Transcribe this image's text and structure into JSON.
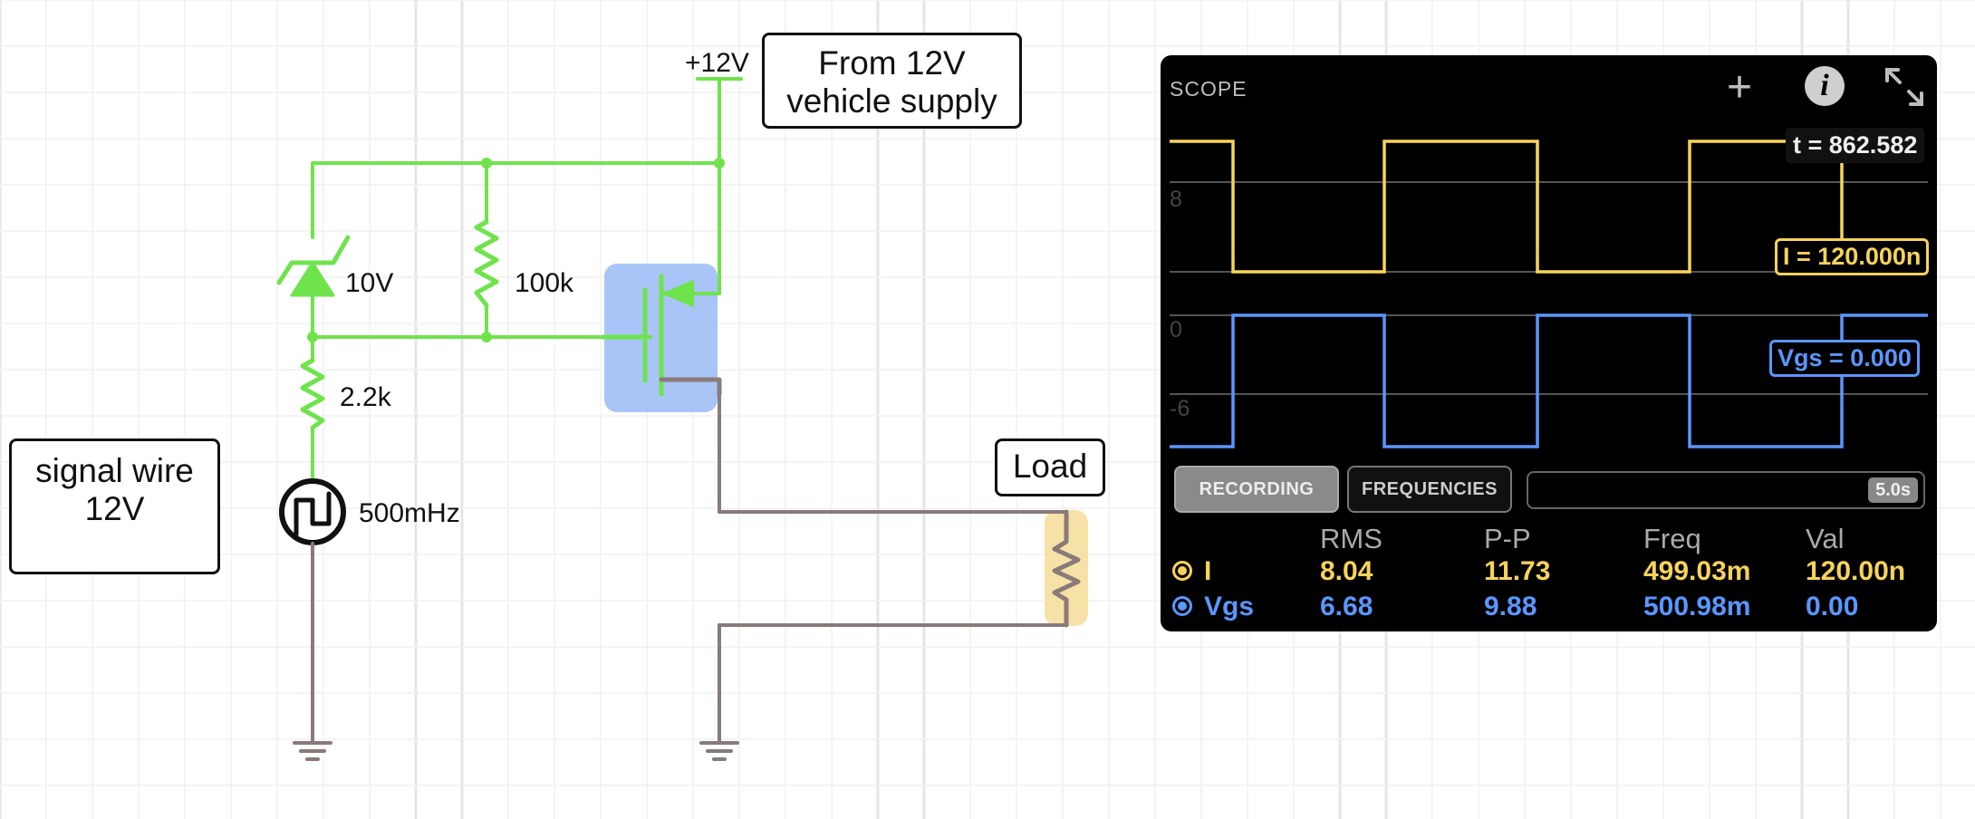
{
  "circuit": {
    "supply_label": "+12V",
    "zener_label": "10V",
    "resistor_gate_label": "100k",
    "resistor_series_label": "2.2k",
    "source_label": "500mHz",
    "note_supply": "From 12V\nvehicle supply",
    "note_signal": "signal wire\n12V",
    "note_load": "Load"
  },
  "scope": {
    "title": "SCOPE",
    "time_readout": "t = 862.582",
    "axis_labels": {
      "top": "8",
      "middle": "0",
      "bottom": "-6"
    },
    "current_tag": "I = 120.000n",
    "vgs_tag": "Vgs = 0.000",
    "buttons": {
      "recording": "RECORDING",
      "frequencies": "FREQUENCIES"
    },
    "timebar_value": "5.0s",
    "stats": {
      "headers": [
        "RMS",
        "P-P",
        "Freq",
        "Val"
      ],
      "rows": [
        {
          "name": "I",
          "values": [
            "8.04",
            "11.73",
            "499.03m",
            "120.00n"
          ]
        },
        {
          "name": "Vgs",
          "values": [
            "6.68",
            "9.88",
            "500.98m",
            "0.00"
          ]
        }
      ]
    }
  },
  "colors": {
    "live_wire": "#6fe34c",
    "ground_wire": "#8a7a7a",
    "trace_current": "#f7d35a",
    "trace_vgs": "#5a96ff",
    "mosfet_highlight": "#a9c4f6",
    "load_highlight": "#f6e2a6"
  },
  "icons": [
    "plus-icon",
    "info-icon",
    "expand-icon",
    "ground-icon",
    "zener-icon",
    "resistor-icon",
    "square-wave-source-icon",
    "mosfet-icon"
  ]
}
